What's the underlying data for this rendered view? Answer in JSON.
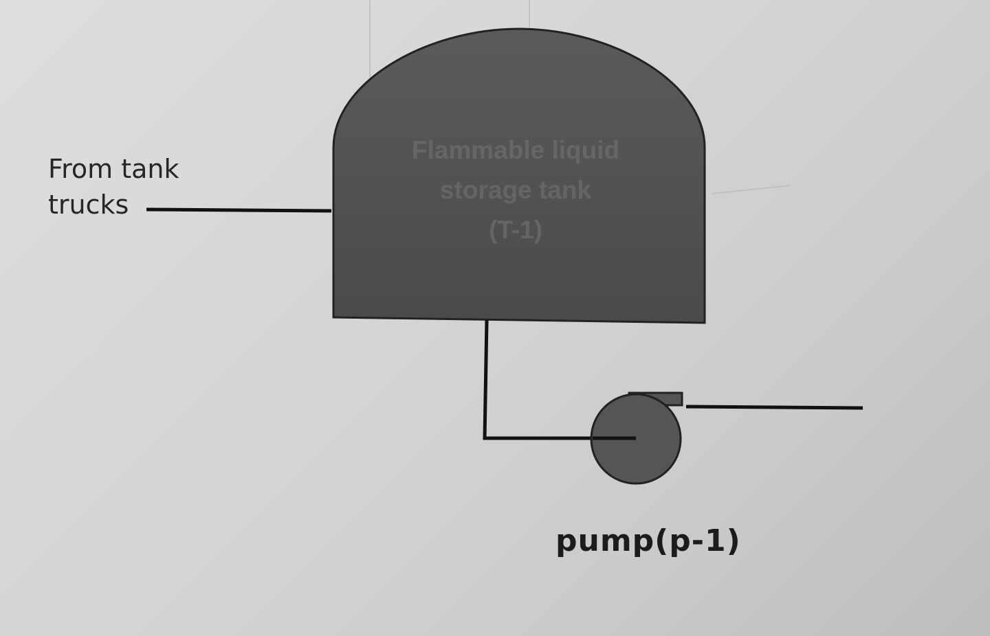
{
  "diagram": {
    "inlet": {
      "line1": "From tank",
      "line2": "trucks"
    },
    "tank": {
      "line1": "Flammable liquid",
      "line2": "storage tank",
      "line3": "(T-1)"
    },
    "pump": {
      "label": "pump(p-1)"
    },
    "colors": {
      "equipment_fill": "#555555",
      "pipe": "#111111",
      "paper": "#d6d6d6"
    }
  }
}
